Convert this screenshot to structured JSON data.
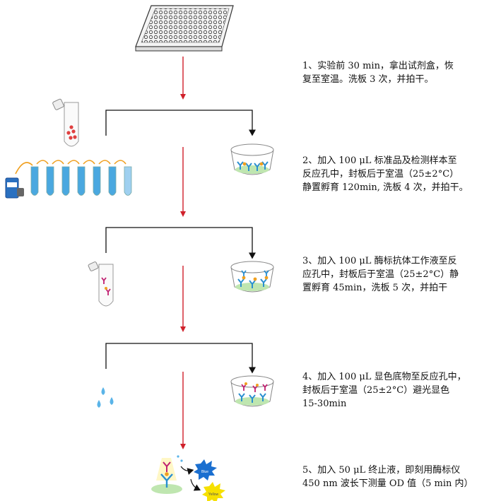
{
  "steps": [
    {
      "text": "1、实验前 30 min，拿出试剂盒，恢\n复至室温。洗板 3 次，并拍干。"
    },
    {
      "text": "2、加入 100 μL 标准品及检测样本至\n反应孔中，封板后于室温（25±2°C）\n静置孵育 120min, 洗板 4 次，并拍干。"
    },
    {
      "text": "3、加入 100 μL 酶标抗体工作液至反\n应孔中，封板后于室温（25±2°C）静\n置孵育 45min，洗板 5 次，并拍干"
    },
    {
      "text": "4、加入 100 μL 显色底物至反应孔中，\n封板后于室温（25±2°C）避光显色\n15-30min"
    },
    {
      "text": "5、加入 50 μL 终止液，即刻用酶标仪\n450 nm 波长下测量 OD 值（5 min 内）"
    }
  ],
  "labels": {
    "blue_burst": "Blue",
    "yellow_burst": "Yellow"
  },
  "colors": {
    "arrow_red": "#d0202a",
    "connector": "#111111",
    "liquid_blue": "#4aa8e0",
    "antibody_blue": "#2a8fd0",
    "antibody_yellow": "#f0a020",
    "enzyme_pink": "#c02070",
    "well_green": "#bfe6b0",
    "blue_burst": "#1a6fd0",
    "yellow_burst": "#f6e000"
  }
}
